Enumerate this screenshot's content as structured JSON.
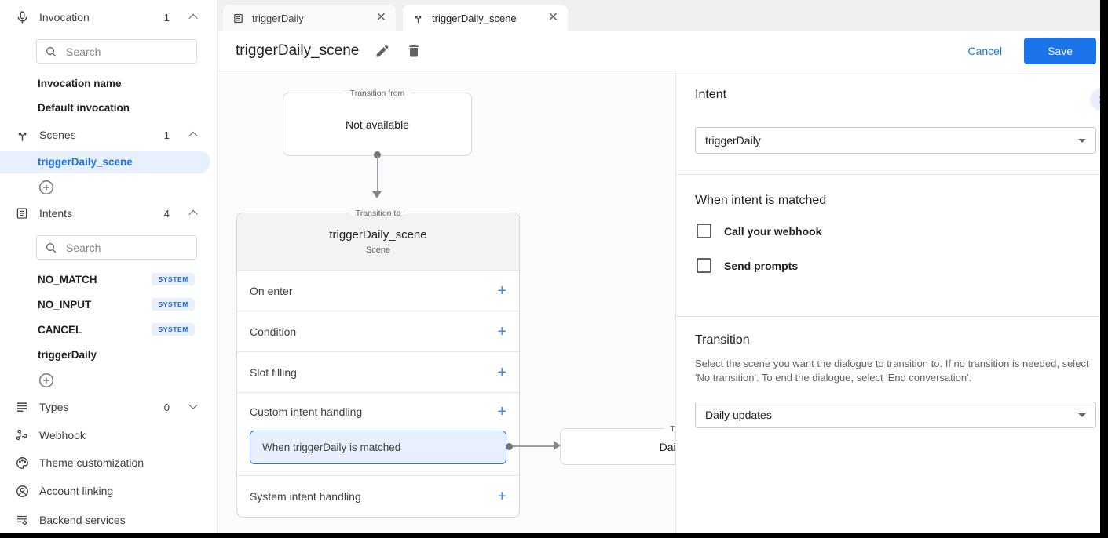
{
  "sidebar": {
    "search_placeholder": "Search",
    "sections": {
      "invocation": {
        "label": "Invocation",
        "count": "1"
      },
      "scenes": {
        "label": "Scenes",
        "count": "1"
      },
      "intents": {
        "label": "Intents",
        "count": "4"
      },
      "types": {
        "label": "Types",
        "count": "0"
      }
    },
    "invocation_items": [
      {
        "label": "Invocation name"
      },
      {
        "label": "Default invocation"
      }
    ],
    "scene_items": [
      {
        "label": "triggerDaily_scene"
      }
    ],
    "intent_items": [
      {
        "label": "NO_MATCH",
        "badge": "SYSTEM"
      },
      {
        "label": "NO_INPUT",
        "badge": "SYSTEM"
      },
      {
        "label": "CANCEL",
        "badge": "SYSTEM"
      },
      {
        "label": "triggerDaily"
      }
    ],
    "nav_items": [
      {
        "label": "Webhook"
      },
      {
        "label": "Theme customization"
      },
      {
        "label": "Account linking"
      },
      {
        "label": "Backend services"
      }
    ]
  },
  "tabs": [
    {
      "label": "triggerDaily"
    },
    {
      "label": "triggerDaily_scene"
    }
  ],
  "header": {
    "title": "triggerDaily_scene",
    "cancel": "Cancel",
    "save": "Save"
  },
  "canvas": {
    "from_box": {
      "legend": "Transition from",
      "content": "Not available"
    },
    "scene_box": {
      "legend": "Transition to",
      "title": "triggerDaily_scene",
      "subtitle": "Scene",
      "rows": [
        {
          "label": "On enter"
        },
        {
          "label": "Condition"
        },
        {
          "label": "Slot filling"
        },
        {
          "label": "Custom intent handling"
        },
        {
          "label": "System intent handling"
        }
      ],
      "selected_handler": "When triggerDaily is matched",
      "add_symbol": "+"
    },
    "target_box": {
      "legend": "Transition to",
      "content": "Daily updates"
    }
  },
  "panel": {
    "intent": {
      "heading": "Intent",
      "value": "triggerDaily"
    },
    "matched": {
      "heading": "When intent is matched",
      "options": [
        {
          "label": "Call your webhook",
          "checked": false
        },
        {
          "label": "Send prompts",
          "checked": false
        }
      ]
    },
    "transition": {
      "heading": "Transition",
      "description": "Select the scene you want the dialogue to transition to. If no transition is needed, select 'No transition'. To end the dialogue, select 'End conversation'.",
      "value": "Daily updates"
    }
  },
  "colors": {
    "accent": "#1a73e8",
    "selection_bg": "#e8f0fe",
    "badge_text": "#1967d2",
    "canvas_bg": "#fafbfc"
  }
}
